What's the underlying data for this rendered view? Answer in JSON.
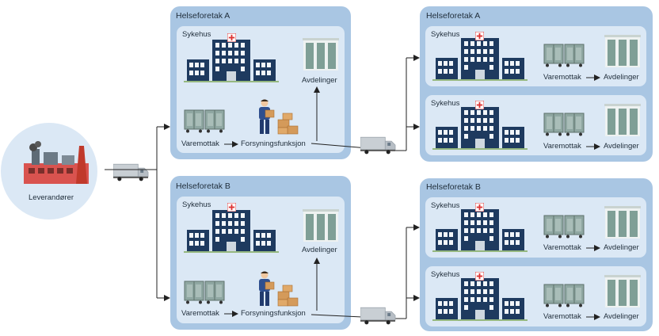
{
  "supplier": {
    "label": "Leverandører"
  },
  "columns": [
    {
      "panels": [
        {
          "title": "Helseforetak A",
          "hospital": "Sykehus",
          "receiving": "Varemottak",
          "supply": "Forsyningsfunksjon",
          "wards": "Avdelinger"
        },
        {
          "title": "Helseforetak B",
          "hospital": "Sykehus",
          "receiving": "Varemottak",
          "supply": "Forsyningsfunksjon",
          "wards": "Avdelinger"
        }
      ]
    },
    {
      "panels": [
        {
          "title": "Helseforetak A",
          "hospitals": [
            {
              "hospital": "Sykehus",
              "receiving": "Varemottak",
              "wards": "Avdelinger"
            },
            {
              "hospital": "Sykehus",
              "receiving": "Varemottak",
              "wards": "Avdelinger"
            }
          ]
        },
        {
          "title": "Helseforetak B",
          "hospitals": [
            {
              "hospital": "Sykehus",
              "receiving": "Varemottak",
              "wards": "Avdelinger"
            },
            {
              "hospital": "Sykehus",
              "receiving": "Varemottak",
              "wards": "Avdelinger"
            }
          ]
        }
      ]
    }
  ],
  "colors": {
    "panel": "#a9c6e3",
    "card": "#dbe8f5",
    "building": "#1e3a5f",
    "window": "#f2f6fa",
    "cart": "#8fa7a2",
    "cabinet": "#7f9f96",
    "truck": "#c9cfd4",
    "factory_brick": "#d9534f",
    "arrow": "#222222"
  },
  "icons": [
    "factory-icon",
    "truck-icon",
    "hospital-building-icon",
    "red-cross-icon",
    "cart-icon",
    "cabinet-icon",
    "worker-icon",
    "box-icon"
  ]
}
